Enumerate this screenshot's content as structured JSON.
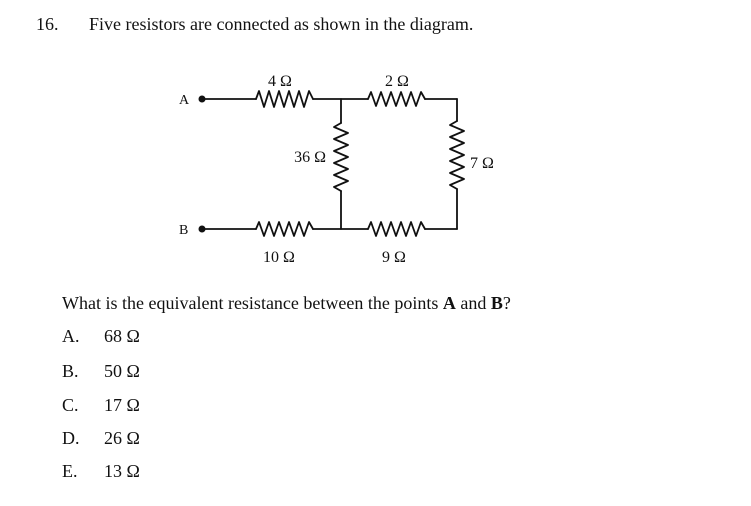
{
  "question": {
    "number": "16.",
    "stem": "Five resistors are connected as shown in the diagram.",
    "prompt_parts": [
      "What is the equivalent resistance between the points ",
      "A",
      " and ",
      "B",
      "?"
    ]
  },
  "diagram": {
    "terminals": {
      "a": "A",
      "b": "B"
    },
    "resistors": {
      "top_left": "4 Ω",
      "top_right": "2 Ω",
      "middle": "36 Ω",
      "right": "7 Ω",
      "bottom_left": "10 Ω",
      "bottom_right": "9 Ω"
    }
  },
  "choices": [
    {
      "letter": "A.",
      "value": "68 Ω"
    },
    {
      "letter": "B.",
      "value": "50 Ω"
    },
    {
      "letter": "C.",
      "value": "17 Ω"
    },
    {
      "letter": "D.",
      "value": "26 Ω"
    },
    {
      "letter": "E.",
      "value": "13 Ω"
    }
  ]
}
